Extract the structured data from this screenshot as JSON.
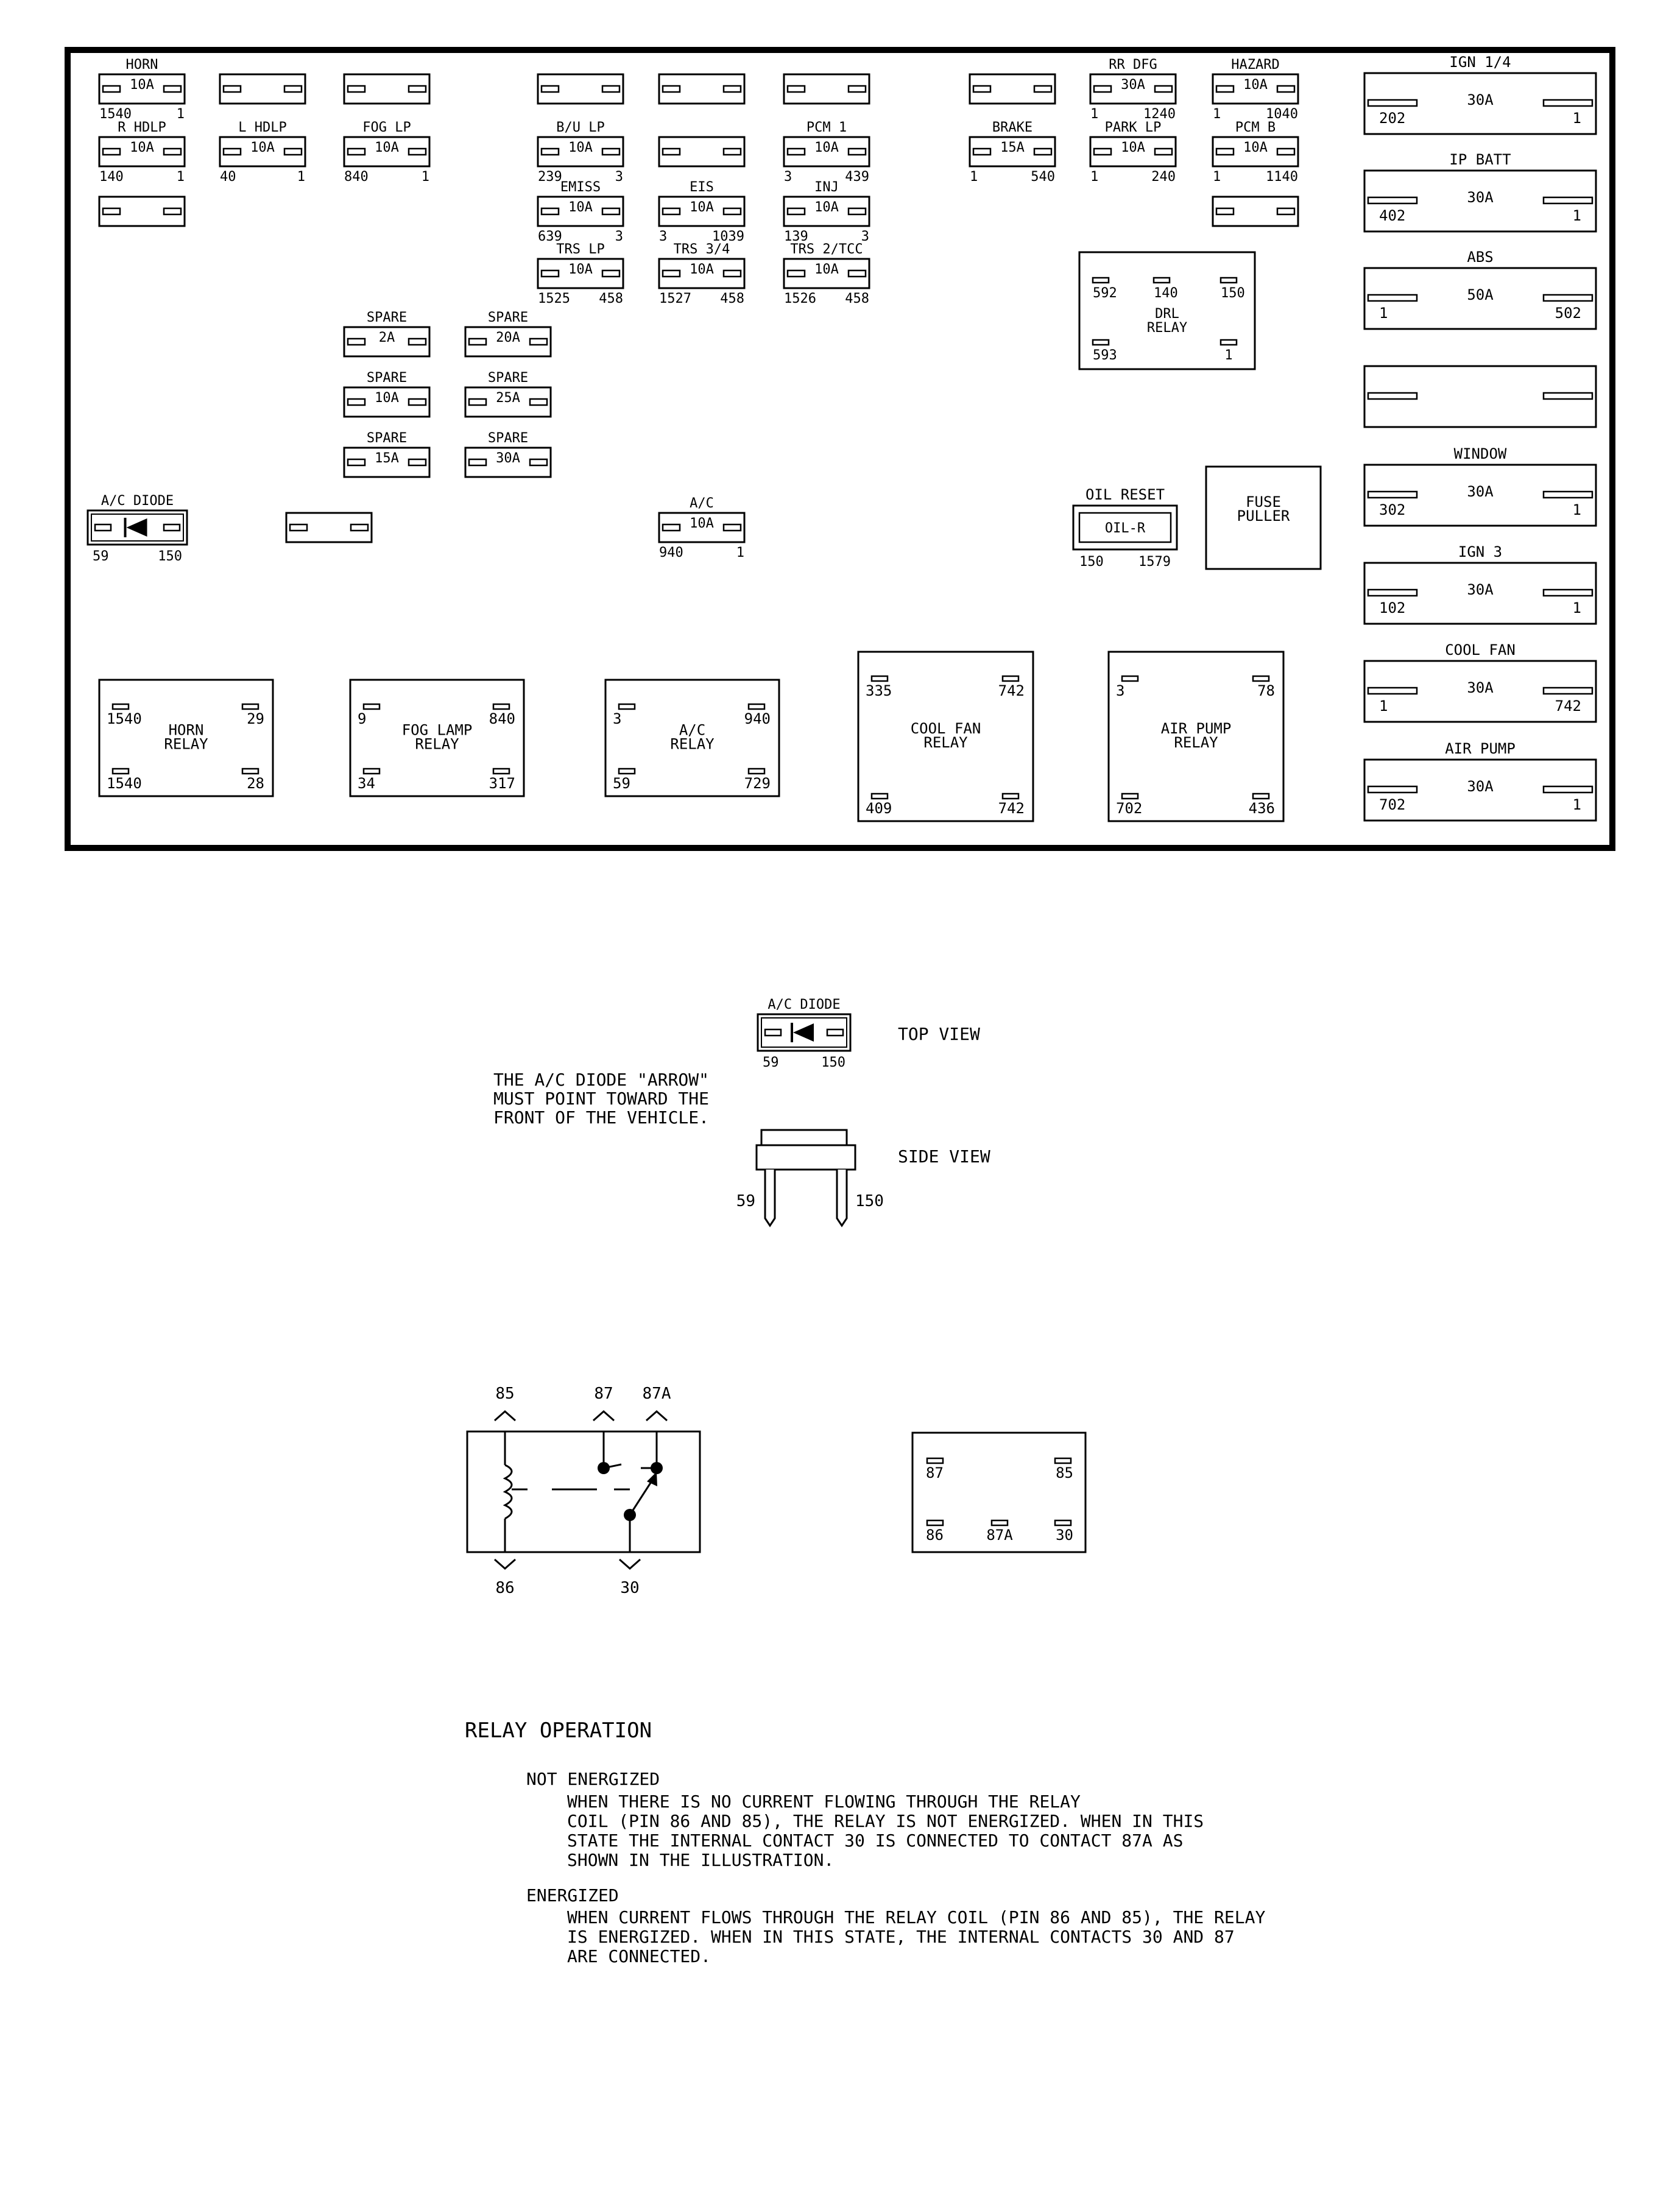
{
  "fuse_box": {
    "fuses": [
      {
        "id": "horn",
        "name": "HORN",
        "rating": "10A",
        "left": "1540",
        "right": "1"
      },
      {
        "id": "r-hdlp",
        "name": "R HDLP",
        "rating": "10A",
        "left": "140",
        "right": "1"
      },
      {
        "id": "empty-a",
        "name": "",
        "rating": "",
        "left": "",
        "right": ""
      },
      {
        "id": "empty-b",
        "name": "",
        "rating": "",
        "left": "",
        "right": ""
      },
      {
        "id": "l-hdlp",
        "name": "L HDLP",
        "rating": "10A",
        "left": "40",
        "right": "1"
      },
      {
        "id": "empty-c",
        "name": "",
        "rating": "",
        "left": "",
        "right": ""
      },
      {
        "id": "fog-lp",
        "name": "FOG LP",
        "rating": "10A",
        "left": "840",
        "right": "1"
      },
      {
        "id": "empty-d",
        "name": "",
        "rating": "",
        "left": "",
        "right": ""
      },
      {
        "id": "bu-lp",
        "name": "B/U LP",
        "rating": "10A",
        "left": "239",
        "right": "3"
      },
      {
        "id": "emiss",
        "name": "EMISS",
        "rating": "10A",
        "left": "639",
        "right": "3"
      },
      {
        "id": "trs-lp",
        "name": "TRS LP",
        "rating": "10A",
        "left": "1525",
        "right": "458"
      },
      {
        "id": "empty-e",
        "name": "",
        "rating": "",
        "left": "",
        "right": ""
      },
      {
        "id": "empty-f",
        "name": "",
        "rating": "",
        "left": "",
        "right": ""
      },
      {
        "id": "eis",
        "name": "EIS",
        "rating": "10A",
        "left": "3",
        "right": "1039"
      },
      {
        "id": "trs-34",
        "name": "TRS 3/4",
        "rating": "10A",
        "left": "1527",
        "right": "458"
      },
      {
        "id": "empty-g",
        "name": "",
        "rating": "",
        "left": "",
        "right": ""
      },
      {
        "id": "pcm-1",
        "name": "PCM 1",
        "rating": "10A",
        "left": "3",
        "right": "439"
      },
      {
        "id": "inj",
        "name": "INJ",
        "rating": "10A",
        "left": "139",
        "right": "3"
      },
      {
        "id": "trs-2tcc",
        "name": "TRS 2/TCC",
        "rating": "10A",
        "left": "1526",
        "right": "458"
      },
      {
        "id": "empty-h",
        "name": "",
        "rating": "",
        "left": "",
        "right": ""
      },
      {
        "id": "brake",
        "name": "BRAKE",
        "rating": "15A",
        "left": "1",
        "right": "540"
      },
      {
        "id": "rr-dfg",
        "name": "RR DFG",
        "rating": "30A",
        "left": "1",
        "right": "1240"
      },
      {
        "id": "park-lp",
        "name": "PARK LP",
        "rating": "10A",
        "left": "1",
        "right": "240"
      },
      {
        "id": "hazard",
        "name": "HAZARD",
        "rating": "10A",
        "left": "1",
        "right": "1040"
      },
      {
        "id": "pcm-b",
        "name": "PCM B",
        "rating": "10A",
        "left": "1",
        "right": "1140"
      },
      {
        "id": "empty-i",
        "name": "",
        "rating": "",
        "left": "",
        "right": ""
      },
      {
        "id": "spare-2a",
        "name": "SPARE",
        "rating": "2A",
        "left": "",
        "right": ""
      },
      {
        "id": "spare-10a",
        "name": "SPARE",
        "rating": "10A",
        "left": "",
        "right": ""
      },
      {
        "id": "spare-15a",
        "name": "SPARE",
        "rating": "15A",
        "left": "",
        "right": ""
      },
      {
        "id": "spare-20a",
        "name": "SPARE",
        "rating": "20A",
        "left": "",
        "right": ""
      },
      {
        "id": "spare-25a",
        "name": "SPARE",
        "rating": "25A",
        "left": "",
        "right": ""
      },
      {
        "id": "spare-30a",
        "name": "SPARE",
        "rating": "30A",
        "left": "",
        "right": ""
      },
      {
        "id": "empty-j",
        "name": "",
        "rating": "",
        "left": "",
        "right": ""
      },
      {
        "id": "ac",
        "name": "A/C",
        "rating": "10A",
        "left": "940",
        "right": "1"
      }
    ],
    "maxi_fuses": [
      {
        "id": "ign-14",
        "name": "IGN 1/4",
        "rating": "30A",
        "left": "202",
        "right": "1"
      },
      {
        "id": "ip-batt",
        "name": "IP BATT",
        "rating": "30A",
        "left": "402",
        "right": "1"
      },
      {
        "id": "abs",
        "name": "ABS",
        "rating": "50A",
        "left": "1",
        "right": "502"
      },
      {
        "id": "empty-maxi",
        "name": "",
        "rating": "",
        "left": "",
        "right": ""
      },
      {
        "id": "window",
        "name": "WINDOW",
        "rating": "30A",
        "left": "302",
        "right": "1"
      },
      {
        "id": "ign-3",
        "name": "IGN 3",
        "rating": "30A",
        "left": "102",
        "right": "1"
      },
      {
        "id": "cool-fan",
        "name": "COOL FAN",
        "rating": "30A",
        "left": "1",
        "right": "742"
      },
      {
        "id": "air-pump",
        "name": "AIR PUMP",
        "rating": "30A",
        "left": "702",
        "right": "1"
      }
    ],
    "relays": [
      {
        "id": "horn-relay",
        "label": [
          "HORN",
          "RELAY"
        ],
        "pins": [
          "1540",
          "29",
          "1540",
          "28"
        ]
      },
      {
        "id": "fog-lamp-relay",
        "label": [
          "FOG LAMP",
          "RELAY"
        ],
        "pins": [
          "9",
          "840",
          "34",
          "317"
        ]
      },
      {
        "id": "ac-relay",
        "label": [
          "A/C",
          "RELAY"
        ],
        "pins": [
          "3",
          "940",
          "59",
          "729"
        ]
      },
      {
        "id": "cool-fan-relay",
        "label": [
          "COOL FAN",
          "RELAY"
        ],
        "pins": [
          "335",
          "742",
          "409",
          "742"
        ]
      },
      {
        "id": "air-pump-relay",
        "label": [
          "AIR PUMP",
          "RELAY"
        ],
        "pins": [
          "3",
          "78",
          "702",
          "436"
        ]
      },
      {
        "id": "drl-relay",
        "label": [
          "DRL",
          "RELAY"
        ],
        "pins": [
          "592",
          "140",
          "150",
          "593",
          "1"
        ]
      }
    ],
    "ac_diode": {
      "name": "A/C DIODE",
      "left": "59",
      "right": "150"
    },
    "oil_reset": {
      "name": "OIL RESET",
      "body": "OIL-R",
      "left": "150",
      "right": "1579"
    },
    "fuse_puller": [
      "FUSE",
      "PULLER"
    ]
  },
  "diode_detail": {
    "name": "A/C DIODE",
    "left": "59",
    "right": "150",
    "top_view": "TOP VIEW",
    "side_view": "SIDE VIEW",
    "side_left": "59",
    "side_right": "150",
    "note": [
      "THE A/C DIODE \"ARROW\"",
      "MUST POINT TOWARD THE",
      "FRONT OF THE VEHICLE."
    ]
  },
  "relay_detail": {
    "schematic_pins": {
      "p85": "85",
      "p87": "87",
      "p87a": "87A",
      "p86": "86",
      "p30": "30"
    },
    "socket_pins": {
      "p87": "87",
      "p85": "85",
      "p86": "86",
      "p87a": "87A",
      "p30": "30"
    }
  },
  "relay_operation": {
    "title": "RELAY OPERATION",
    "not_energized_heading": "NOT ENERGIZED",
    "not_energized_text": [
      "WHEN THERE IS NO CURRENT FLOWING THROUGH THE RELAY",
      "COIL (PIN 86 AND 85), THE RELAY IS NOT ENERGIZED.  WHEN IN THIS",
      "STATE THE INTERNAL CONTACT 30 IS CONNECTED TO CONTACT 87A AS",
      "SHOWN IN THE ILLUSTRATION."
    ],
    "energized_heading": "ENERGIZED",
    "energized_text": [
      "WHEN CURRENT FLOWS THROUGH THE RELAY COIL (PIN 86 AND 85), THE RELAY",
      "IS ENERGIZED.  WHEN IN THIS STATE, THE INTERNAL CONTACTS 30 AND 87",
      "ARE CONNECTED."
    ]
  }
}
